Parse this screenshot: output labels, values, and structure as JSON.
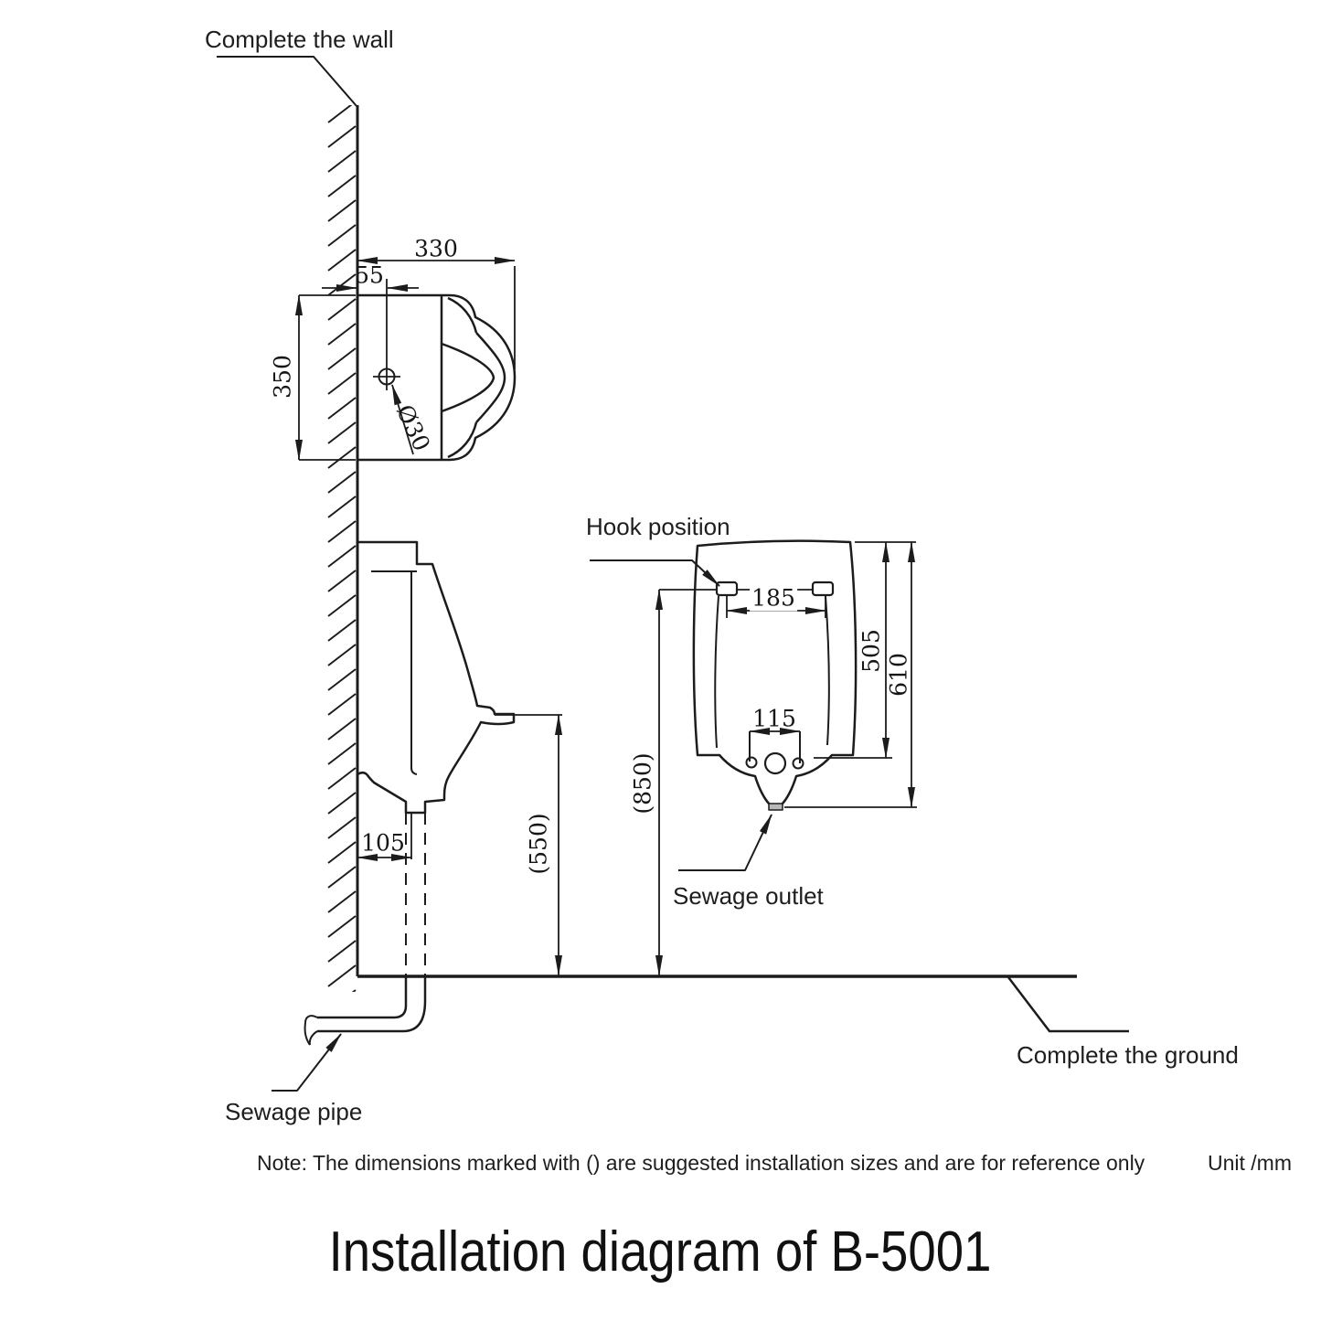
{
  "title": "Installation diagram of B-5001",
  "note": "Note: The dimensions marked with () are suggested installation sizes and are for reference only",
  "unit": "Unit /mm",
  "labels": {
    "complete_wall": "Complete the wall",
    "hook_position": "Hook position",
    "sewage_outlet": "Sewage outlet",
    "complete_ground": "Complete the ground",
    "sewage_pipe": "Sewage pipe"
  },
  "dimensions": {
    "top_view": {
      "width": "330",
      "hole_offset": "55",
      "depth": "350",
      "hole_diameter": "Ø30"
    },
    "side_view": {
      "outlet_offset": "105",
      "rim_height": "(550)"
    },
    "front_view": {
      "hook_spacing": "185",
      "outlet_bracket": "115",
      "body_height": "505",
      "overall_height": "610",
      "hook_height": "(850)"
    }
  },
  "colors": {
    "line": "#1c1c1c",
    "background": "#ffffff"
  }
}
